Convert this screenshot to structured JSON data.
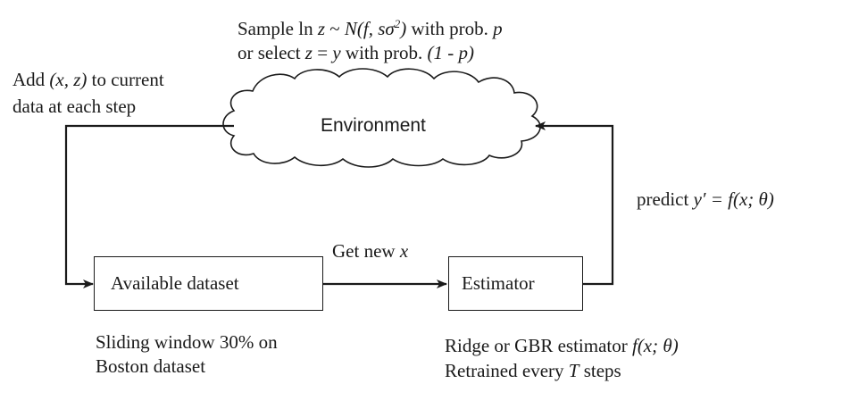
{
  "environment": {
    "label": "Environment",
    "sample_line": {
      "prefix": "Sample ln ",
      "z": "z",
      "tilde": " ~ ",
      "dist": "N(f, sσ",
      "sup": "2",
      "dist_close": ")",
      "mid": " with prob. ",
      "p": "p"
    },
    "select_line": {
      "prefix": "or select ",
      "z": "z",
      "eq": " = ",
      "y": "y",
      "mid": " with prob. ",
      "q": "(1 - p)"
    }
  },
  "add_note": {
    "line1_prefix": "Add ",
    "line1_var": "(x, z)",
    "line1_suffix": " to current",
    "line2": "data at each step"
  },
  "predict_note": {
    "prefix": "predict ",
    "expr": "y′ = f(x; θ)"
  },
  "available_box": {
    "label": "Available dataset"
  },
  "estimator_box": {
    "label": "Estimator"
  },
  "get_new": {
    "prefix": "Get new ",
    "var": "x"
  },
  "sliding_note": {
    "line1": "Sliding window 30% on",
    "line2": "Boston dataset"
  },
  "estimator_note": {
    "line1_prefix": "Ridge or GBR estimator ",
    "line1_expr": "f(x; θ)",
    "line2_prefix": "Retrained every ",
    "line2_var": "T",
    "line2_suffix": " steps"
  }
}
